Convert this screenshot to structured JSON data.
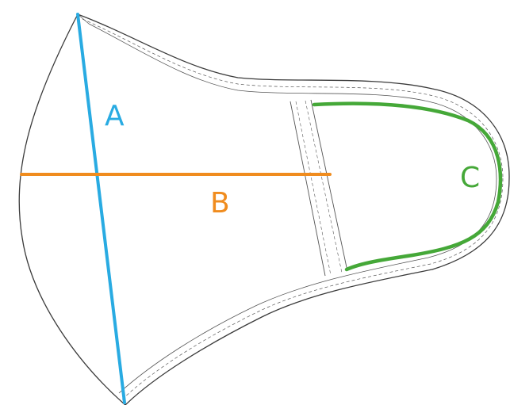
{
  "diagram": {
    "labels": {
      "a": "A",
      "b": "B",
      "c": "C"
    },
    "colors": {
      "outline": "#3a3a3a",
      "seam": "#555555",
      "measure_a": "#29abe2",
      "measure_b": "#f08c1e",
      "measure_c": "#45a838"
    }
  }
}
